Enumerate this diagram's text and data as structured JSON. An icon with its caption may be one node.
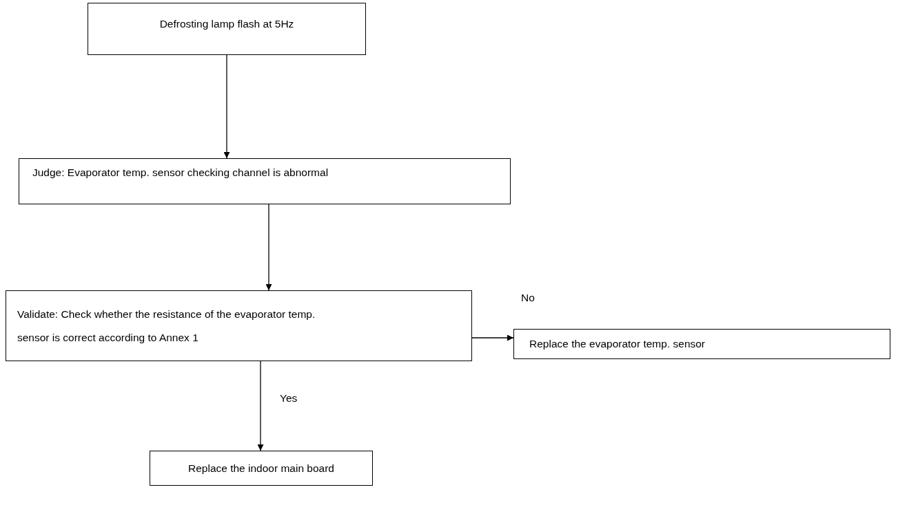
{
  "diagram": {
    "nodes": [
      {
        "text": [
          "Defrosting lamp flash at 5Hz"
        ]
      },
      {
        "text": [
          "Judge: Evaporator temp. sensor checking channel is abnormal"
        ]
      },
      {
        "text": [
          "Validate: Check whether the resistance of the evaporator temp. sensor is correct according to Annex 1"
        ]
      },
      {
        "text": [
          "Replace the evaporator temp. sensor"
        ]
      },
      {
        "text": [
          "Replace the indoor main board"
        ]
      }
    ],
    "edges": [
      {
        "from": 0,
        "to": 1,
        "arrow": "to"
      },
      {
        "from": 1,
        "to": 2,
        "arrow": "to"
      },
      {
        "from": 2,
        "to": 3,
        "arrow": "to",
        "label": "No"
      },
      {
        "from": 2,
        "to": 4,
        "arrow": "to",
        "label": "Yes"
      }
    ]
  }
}
